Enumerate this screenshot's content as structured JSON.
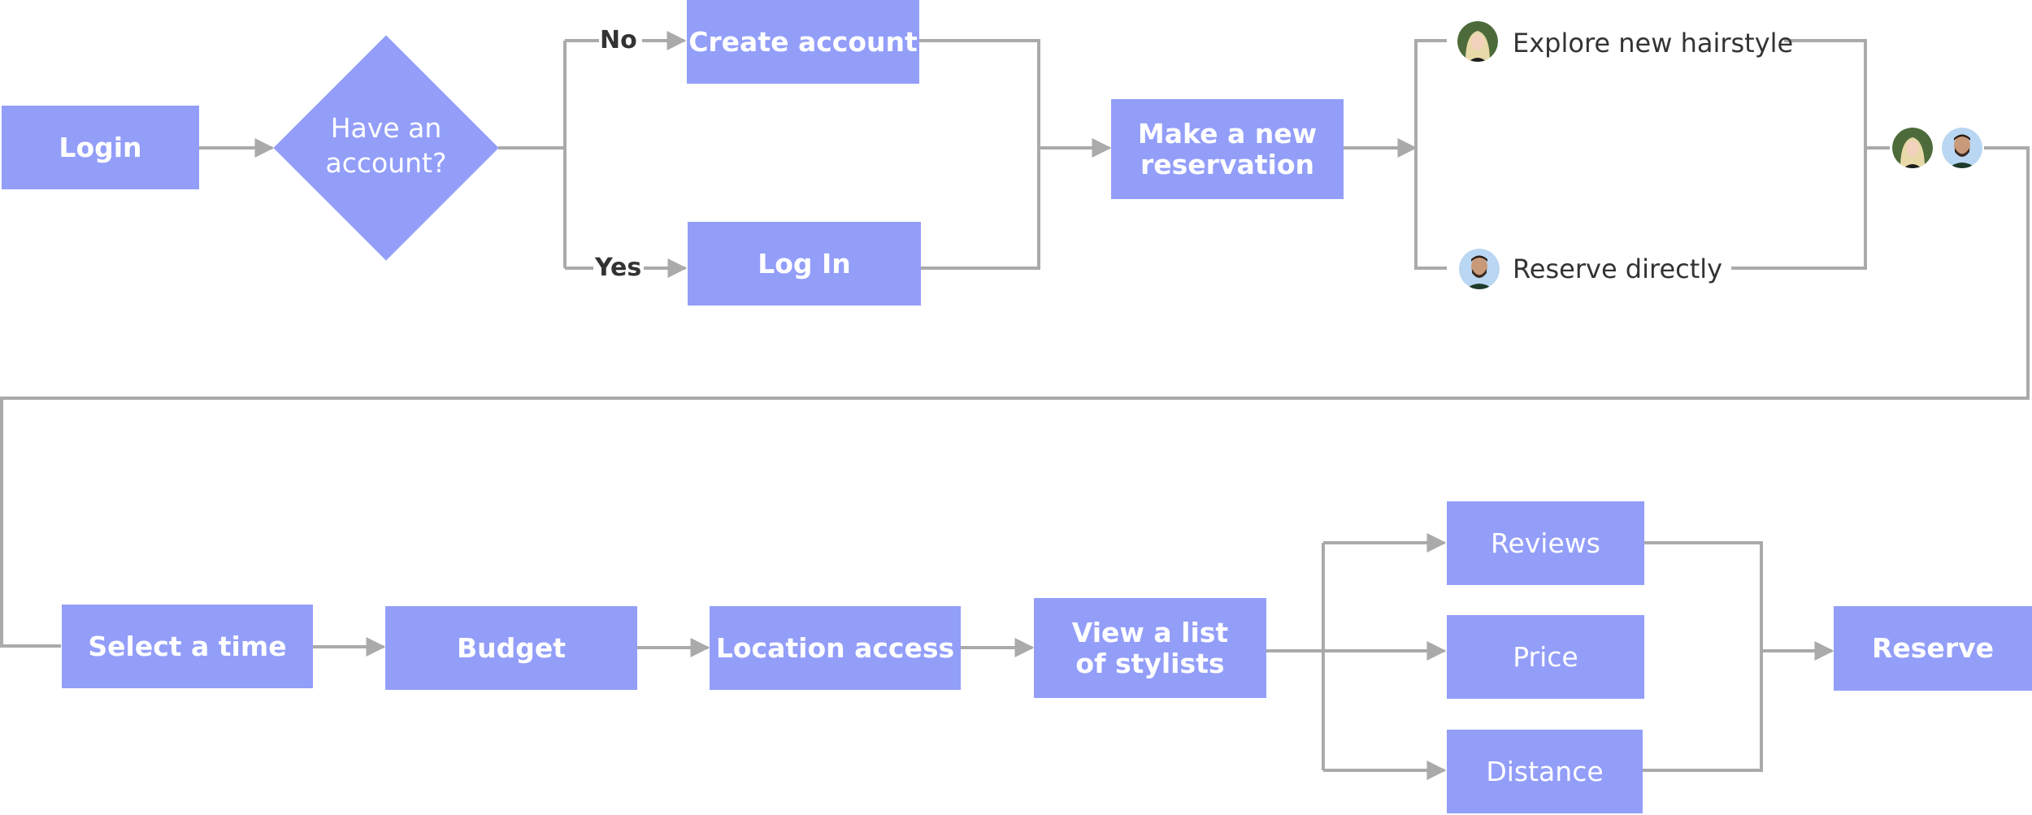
{
  "nodes": {
    "login": "Login",
    "have_account": "Have an\naccount?",
    "create_account": "Create account",
    "log_in": "Log In",
    "new_reservation": "Make a new\nreservation",
    "select_time": "Select a time",
    "budget": "Budget",
    "location_access": "Location access",
    "view_stylists": "View a list\nof stylists",
    "reviews": "Reviews",
    "price": "Price",
    "distance": "Distance",
    "reserve": "Reserve"
  },
  "edge_labels": {
    "no": "No",
    "yes": "Yes"
  },
  "personas": {
    "explore": "Explore new hairstyle",
    "direct": "Reserve directly"
  },
  "colors": {
    "node_fill": "#939ef9",
    "node_text": "#ffffff",
    "connector": "#aaaaaa",
    "label_text": "#333333"
  },
  "icons": {
    "avatar_female": "blonde-woman-avatar",
    "avatar_male": "bearded-man-avatar"
  }
}
